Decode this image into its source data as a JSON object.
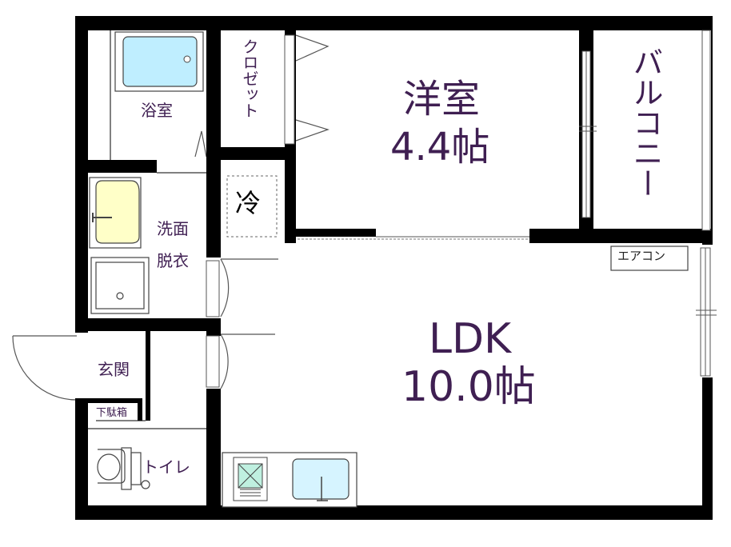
{
  "rooms": {
    "western": {
      "name": "洋室",
      "size": "4.4帖"
    },
    "ldk": {
      "name": "LDK",
      "size": "10.0帖"
    },
    "bath": "浴室",
    "washroom_1": "洗面",
    "washroom_2": "脱衣",
    "entrance": "玄関",
    "shoe_box": "下駄箱",
    "toilet": "トイレ",
    "closet": "クロゼット",
    "balcony": "バルコニー",
    "fridge": "冷",
    "aircon": "エアコン"
  },
  "colors": {
    "wall": "#000000",
    "text": "#3f1f52",
    "bathtub": "#bfeeff",
    "sink": "#ffffc8",
    "kitchen_sink": "#d6f4ff",
    "stove_burner": "#bff0e0",
    "fixture_line": "#444444"
  }
}
